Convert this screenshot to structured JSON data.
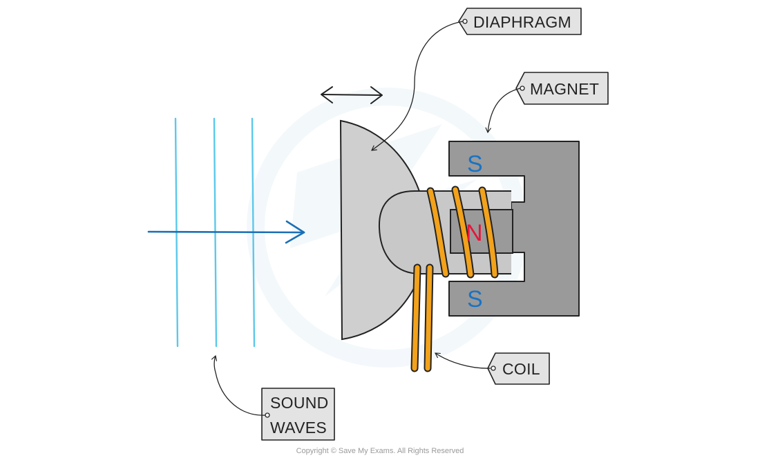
{
  "labels": {
    "diaphragm": "DIAPHRAGM",
    "magnet": "MAGNET",
    "coil": "COIL",
    "sound_waves_line1": "SOUND",
    "sound_waves_line2": "WAVES"
  },
  "poles": {
    "top": "S",
    "middle": "N",
    "bottom": "S"
  },
  "copyright": "Copyright © Save My Exams. All Rights Reserved",
  "colors": {
    "wave": "#5bc8ea",
    "arrow": "#1a6fb5",
    "diaphragm": "#cfcfcf",
    "magnet": "#9a9a9a",
    "coil": "#f2a21b",
    "pole_s": "#1a73c2",
    "pole_n": "#e8153c",
    "tag_fill": "#e3e3e3"
  }
}
